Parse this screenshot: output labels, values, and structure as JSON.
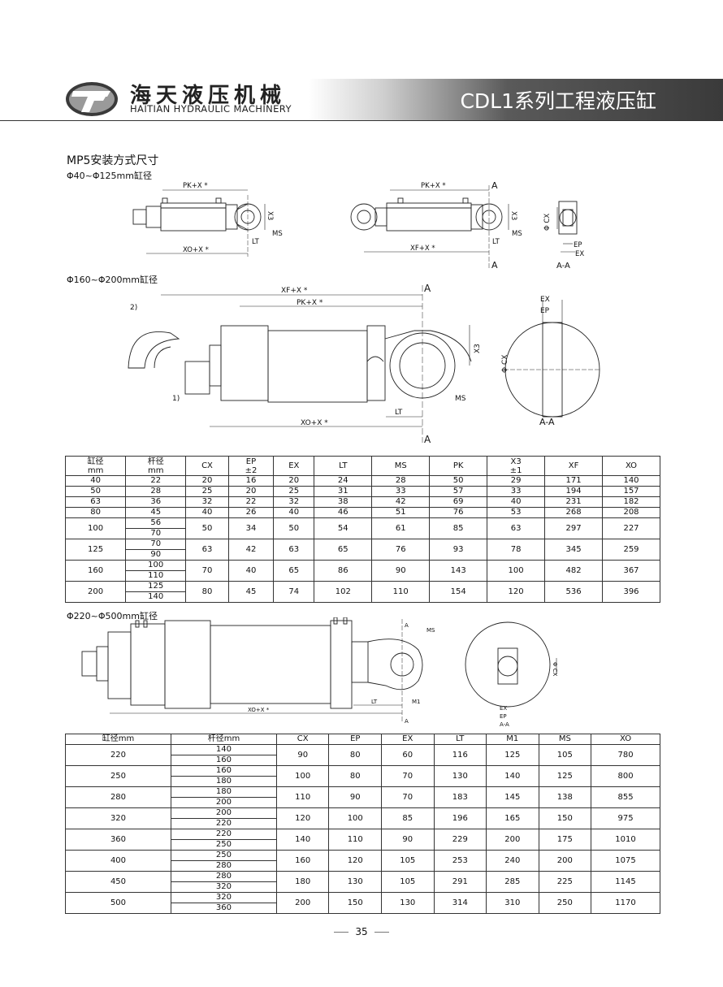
{
  "header": {
    "brand_cn": "海天液压机械",
    "brand_en": "HAITIAN HYDRAULIC MACHINERY",
    "doc_title": "CDL1系列工程液压缸"
  },
  "section": {
    "title": "MP5安装方式尺寸",
    "range1": "Φ40~Φ125mm缸径",
    "range2": "Φ160~Φ200mm缸径",
    "range3": "Φ220~Φ500mm缸径"
  },
  "drawing_labels": {
    "pk": "PK+X *",
    "xo": "XO+X *",
    "xf": "XF+X *",
    "x3": "X3",
    "lt": "LT",
    "ms": "MS",
    "a": "A",
    "aa": "A-A",
    "cx": "Φ CX",
    "ep": "EP",
    "ex": "EX",
    "m1": "M1",
    "n1": "1)",
    "n2": "2)"
  },
  "table1": {
    "headers": [
      "缸径\nmm",
      "杆径\nmm",
      "CX",
      "EP\n±2",
      "EX",
      "LT",
      "MS",
      "PK",
      "X3\n±1",
      "XF",
      "XO"
    ],
    "rows": [
      {
        "bore": "40",
        "rods": [
          "22"
        ],
        "CX": "20",
        "EP": "16",
        "EX": "20",
        "LT": "24",
        "MS": "28",
        "PK": "50",
        "X3": "29",
        "XF": "171",
        "XO": "140"
      },
      {
        "bore": "50",
        "rods": [
          "28"
        ],
        "CX": "25",
        "EP": "20",
        "EX": "25",
        "LT": "31",
        "MS": "33",
        "PK": "57",
        "X3": "33",
        "XF": "194",
        "XO": "157"
      },
      {
        "bore": "63",
        "rods": [
          "36"
        ],
        "CX": "32",
        "EP": "22",
        "EX": "32",
        "LT": "38",
        "MS": "42",
        "PK": "69",
        "X3": "40",
        "XF": "231",
        "XO": "182"
      },
      {
        "bore": "80",
        "rods": [
          "45"
        ],
        "CX": "40",
        "EP": "26",
        "EX": "40",
        "LT": "46",
        "MS": "51",
        "PK": "76",
        "X3": "53",
        "XF": "268",
        "XO": "208"
      },
      {
        "bore": "100",
        "rods": [
          "56",
          "70"
        ],
        "CX": "50",
        "EP": "34",
        "EX": "50",
        "LT": "54",
        "MS": "61",
        "PK": "85",
        "X3": "63",
        "XF": "297",
        "XO": "227"
      },
      {
        "bore": "125",
        "rods": [
          "70",
          "90"
        ],
        "CX": "63",
        "EP": "42",
        "EX": "63",
        "LT": "65",
        "MS": "76",
        "PK": "93",
        "X3": "78",
        "XF": "345",
        "XO": "259"
      },
      {
        "bore": "160",
        "rods": [
          "100",
          "110"
        ],
        "CX": "70",
        "EP": "40",
        "EX": "65",
        "LT": "86",
        "MS": "90",
        "PK": "143",
        "X3": "100",
        "XF": "482",
        "XO": "367"
      },
      {
        "bore": "200",
        "rods": [
          "125",
          "140"
        ],
        "CX": "80",
        "EP": "45",
        "EX": "74",
        "LT": "102",
        "MS": "110",
        "PK": "154",
        "X3": "120",
        "XF": "536",
        "XO": "396"
      }
    ]
  },
  "table2": {
    "headers": [
      "缸径mm",
      "杆径mm",
      "CX",
      "EP",
      "EX",
      "LT",
      "M1",
      "MS",
      "XO"
    ],
    "rows": [
      {
        "bore": "220",
        "rods": [
          "140",
          "160"
        ],
        "CX": "90",
        "EP": "80",
        "EX": "60",
        "LT": "116",
        "M1": "125",
        "MS": "105",
        "XO": "780"
      },
      {
        "bore": "250",
        "rods": [
          "160",
          "180"
        ],
        "CX": "100",
        "EP": "80",
        "EX": "70",
        "LT": "130",
        "M1": "140",
        "MS": "125",
        "XO": "800"
      },
      {
        "bore": "280",
        "rods": [
          "180",
          "200"
        ],
        "CX": "110",
        "EP": "90",
        "EX": "70",
        "LT": "183",
        "M1": "145",
        "MS": "138",
        "XO": "855"
      },
      {
        "bore": "320",
        "rods": [
          "200",
          "220"
        ],
        "CX": "120",
        "EP": "100",
        "EX": "85",
        "LT": "196",
        "M1": "165",
        "MS": "150",
        "XO": "975"
      },
      {
        "bore": "360",
        "rods": [
          "220",
          "250"
        ],
        "CX": "140",
        "EP": "110",
        "EX": "90",
        "LT": "229",
        "M1": "200",
        "MS": "175",
        "XO": "1010"
      },
      {
        "bore": "400",
        "rods": [
          "250",
          "280"
        ],
        "CX": "160",
        "EP": "120",
        "EX": "105",
        "LT": "253",
        "M1": "240",
        "MS": "200",
        "XO": "1075"
      },
      {
        "bore": "450",
        "rods": [
          "280",
          "320"
        ],
        "CX": "180",
        "EP": "130",
        "EX": "105",
        "LT": "291",
        "M1": "285",
        "MS": "225",
        "XO": "1145"
      },
      {
        "bore": "500",
        "rods": [
          "320",
          "360"
        ],
        "CX": "200",
        "EP": "150",
        "EX": "130",
        "LT": "314",
        "M1": "310",
        "MS": "250",
        "XO": "1170"
      }
    ]
  },
  "footer": {
    "page": "35"
  }
}
